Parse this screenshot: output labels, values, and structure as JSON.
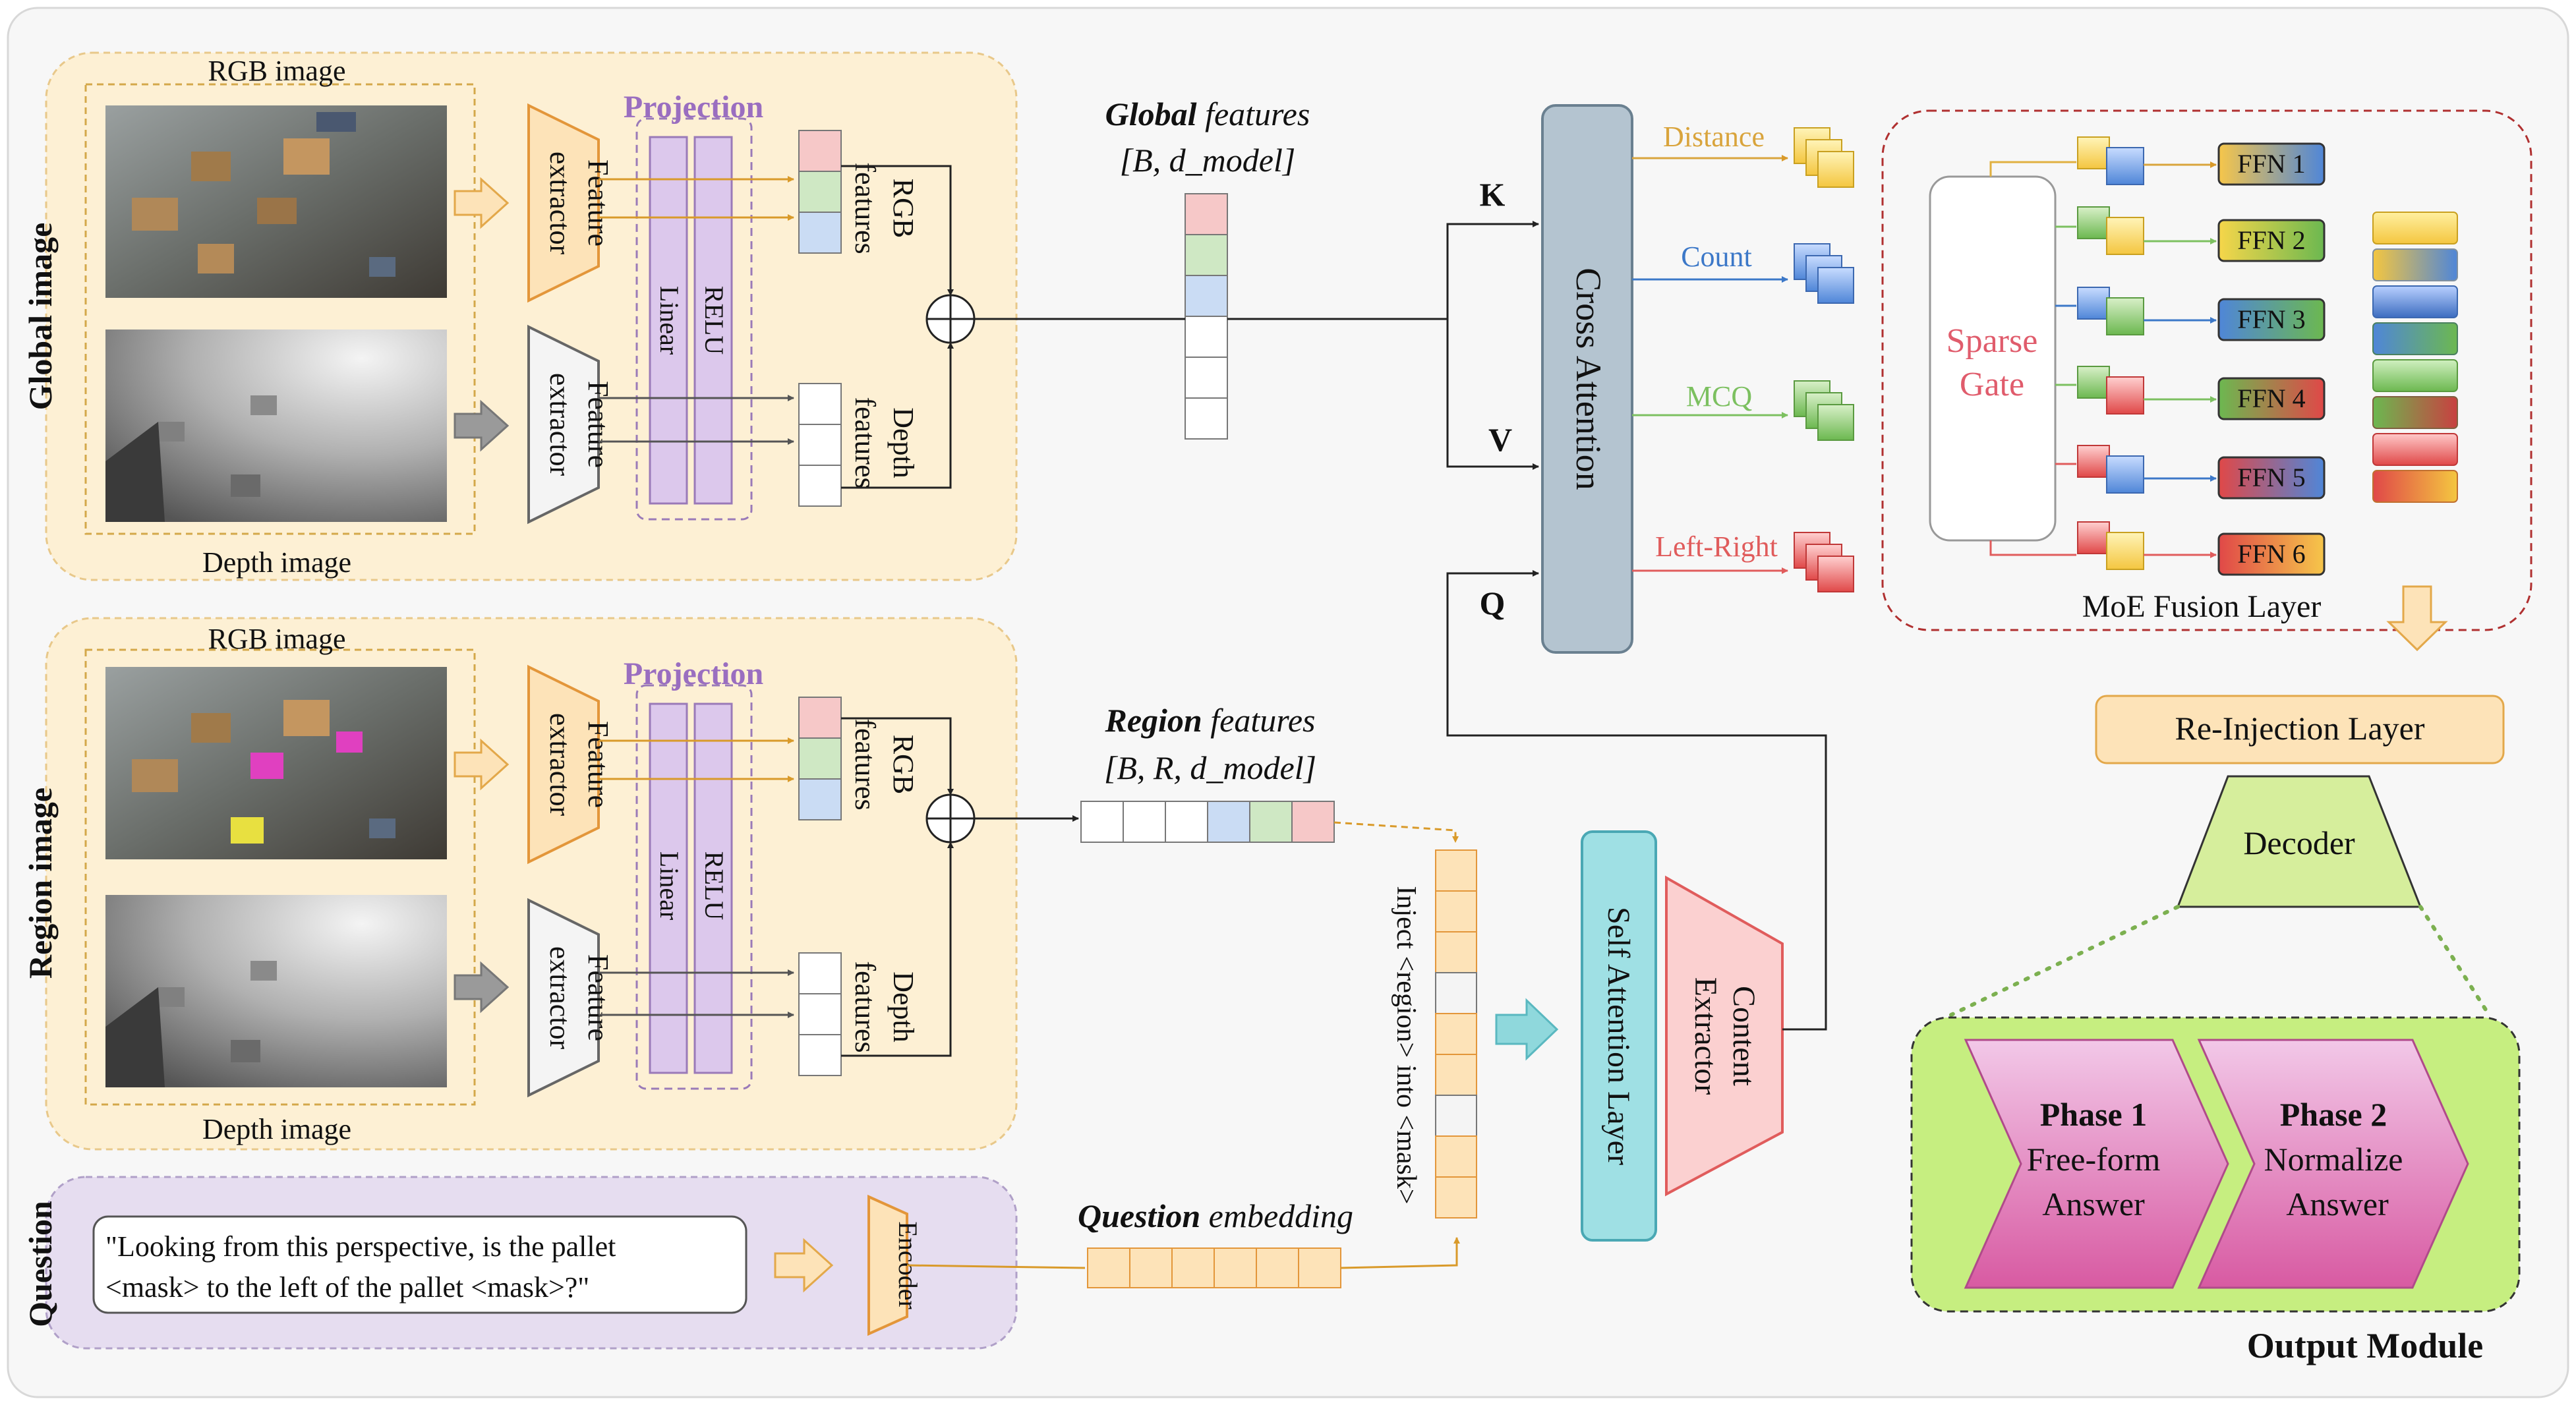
{
  "global_panel": {
    "side_label": "Global image",
    "rgb_label": "RGB image",
    "depth_label": "Depth image",
    "projection_title": "Projection",
    "extractor_rgb": [
      "Feature",
      "extractor"
    ],
    "extractor_depth": [
      "Feature",
      "extractor"
    ],
    "linear_label": "Linear",
    "relu_label": "RELU",
    "rgb_features_label": [
      "RGB",
      "features"
    ],
    "depth_features_label": [
      "Depth",
      "features"
    ]
  },
  "region_panel": {
    "side_label": "Region image",
    "rgb_label": "RGB image",
    "depth_label": "Depth image",
    "projection_title": "Projection",
    "extractor_rgb": [
      "Feature",
      "extractor"
    ],
    "extractor_depth": [
      "Feature",
      "extractor"
    ],
    "linear_label": "Linear",
    "relu_label": "RELU",
    "rgb_features_label": [
      "RGB",
      "features"
    ],
    "depth_features_label": [
      "Depth",
      "features"
    ]
  },
  "question_panel": {
    "side_label": "Question",
    "text_line1": "\"Looking from this perspective, is the pallet",
    "text_line2": "<mask> to the left of the pallet <mask>?\"",
    "encoder_label": "Encoder"
  },
  "global_features": {
    "bold": "Global",
    "rest": " features",
    "shape": "[B, d_model]"
  },
  "region_features": {
    "bold": "Region",
    "rest": " features",
    "shape": "[B, R, d_model]"
  },
  "question_embedding": {
    "bold": "Question",
    "rest": " embedding"
  },
  "inject_label": "Inject <region> into <mask>",
  "cross_attention": {
    "label": "Cross Attention",
    "k": "K",
    "v": "V",
    "q": "Q"
  },
  "self_attention_label": "Self Attention Layer",
  "content_extractor": [
    "Content",
    "Extractor"
  ],
  "task_outputs": [
    {
      "label": "Distance",
      "color": "#d9a43c"
    },
    {
      "label": "Count",
      "color": "#3c78c8"
    },
    {
      "label": "MCQ",
      "color": "#7cc060"
    },
    {
      "label": "Left-Right",
      "color": "#e05c5c"
    }
  ],
  "moe": {
    "title": "MoE Fusion Layer",
    "gate_label": [
      "Sparse",
      "Gate"
    ],
    "ffn_labels": [
      "FFN 1",
      "FFN 2",
      "FFN 3",
      "FFN 4",
      "FFN 5",
      "FFN 6"
    ]
  },
  "reinjection_label": "Re-Injection Layer",
  "decoder_label": "Decoder",
  "output_module": {
    "title": "Output Module",
    "phase1": {
      "title": "Phase 1",
      "line1": "Free-form",
      "line2": "Answer"
    },
    "phase2": {
      "title": "Phase 2",
      "line1": "Normalize",
      "line2": "Answer"
    }
  }
}
